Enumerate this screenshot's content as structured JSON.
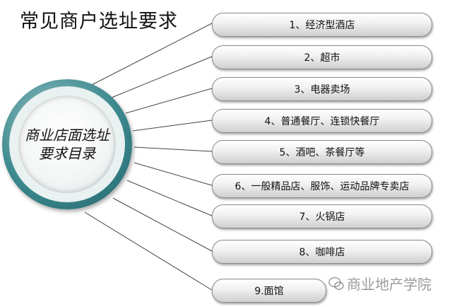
{
  "title": "常见商户选址要求",
  "hub": {
    "line1": "商业店面选址",
    "line2": "要求目录"
  },
  "items": [
    "1、经济型酒店",
    "2、超市",
    "3、电器卖场",
    "4、普通餐厅、连锁快餐厅",
    "5、酒吧、茶餐厅等",
    "6、一般精品店、服饰、运动品牌专卖店",
    "7、火锅店",
    "8、咖啡店",
    "9.面馆"
  ],
  "watermark": "商业地产学院",
  "colors": {
    "hub_ring": "#3d8a8f",
    "pill_border": "#8a8a8a"
  }
}
